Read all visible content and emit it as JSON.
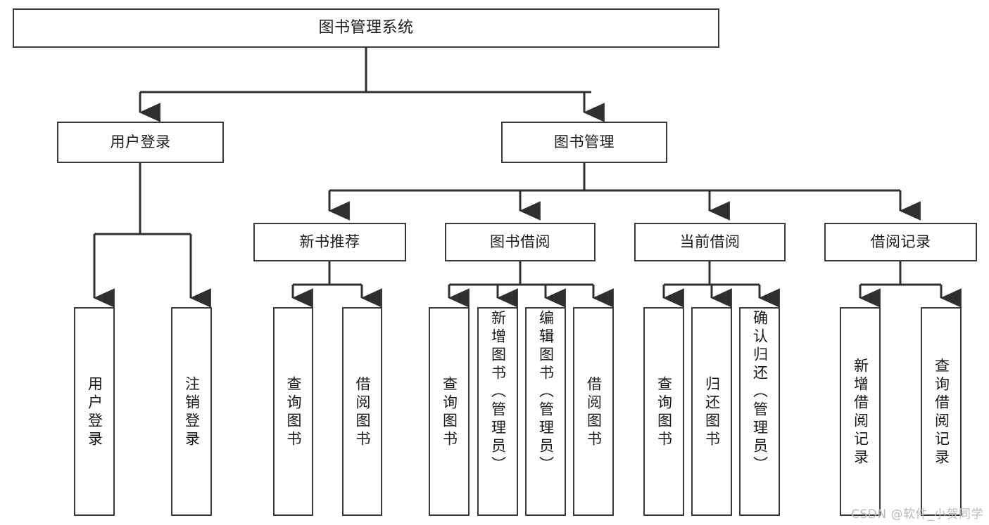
{
  "diagram": {
    "title": "图书管理系统",
    "type": "tree-hierarchy-diagram",
    "colors": {
      "box_border": "#3a3a3a",
      "box_fill": "#ffffff",
      "connector": "#2f2f2f",
      "text": "#1a1a1a",
      "watermark": "#b9b9b9",
      "background": "#ffffff"
    },
    "root": {
      "label": "图书管理系统"
    },
    "level2": [
      {
        "label": "用户登录"
      },
      {
        "label": "图书管理"
      }
    ],
    "level3": [
      {
        "label": "新书推荐"
      },
      {
        "label": "图书借阅"
      },
      {
        "label": "当前借阅"
      },
      {
        "label": "借阅记录"
      }
    ],
    "leaves": {
      "user_login": [
        {
          "label": "用户登录"
        },
        {
          "label": "注销登录"
        }
      ],
      "new_book_recommend": [
        {
          "label": "查询图书"
        },
        {
          "label": "借阅图书"
        }
      ],
      "book_borrow": [
        {
          "label": "查询图书"
        },
        {
          "label": "新增图书（管理员）"
        },
        {
          "label": "编辑图书（管理员）"
        },
        {
          "label": "借阅图书"
        }
      ],
      "current_borrow": [
        {
          "label": "查询图书"
        },
        {
          "label": "归还图书"
        },
        {
          "label": "确认归还（管理员）"
        }
      ],
      "borrow_record": [
        {
          "label": "新增借阅记录"
        },
        {
          "label": "查询借阅记录"
        }
      ]
    }
  },
  "watermark": {
    "text": "CSDN @软件_小贺同学"
  }
}
